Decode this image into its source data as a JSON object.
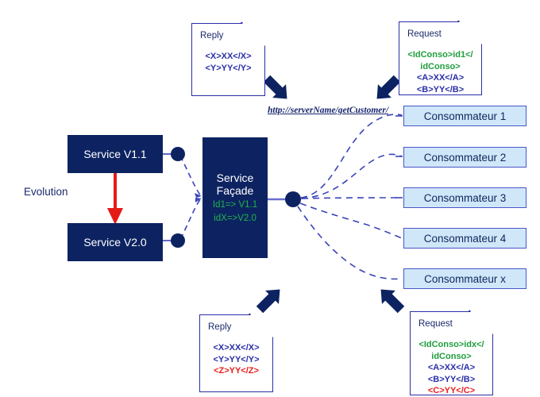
{
  "diagram": {
    "title": "Service Facade routing diagram",
    "background": "#ffffff",
    "colors": {
      "navy": "#0d2361",
      "consumer_fill": "#cfe7f8",
      "consumer_border": "#4a55c8",
      "note_border": "#2a2ea8",
      "green": "#1f9e3e",
      "red": "#ee1c1c",
      "dashed_line": "#3a44b8",
      "evolution_arrow": "#e41b17"
    }
  },
  "services": {
    "v11_label": "Service V1.1",
    "v20_label": "Service V2.0",
    "evolution_label": "Evolution"
  },
  "facade": {
    "title_line1": "Service",
    "title_line2": "Façade",
    "mapping_line1": "Id1=> V1.1",
    "mapping_line2": "idX=>V2.0"
  },
  "endpoint": {
    "url": "http://serverName/getCustomer/"
  },
  "consumers": [
    {
      "label": "Consommateur 1"
    },
    {
      "label": "Consommateur 2"
    },
    {
      "label": "Consommateur 3"
    },
    {
      "label": "Consommateur 4"
    },
    {
      "label": "Consommateur x"
    }
  ],
  "notes": {
    "reply_top": {
      "title": "Reply",
      "lines": [
        {
          "text": "<X>XX</X>",
          "color": "blue"
        },
        {
          "text": "<Y>YY</Y>",
          "color": "blue"
        }
      ]
    },
    "request_top": {
      "title": "Request",
      "lines": [
        {
          "text": "<IdConso>id1</",
          "color": "green"
        },
        {
          "text": "idConso>",
          "color": "green"
        },
        {
          "text": "<A>XX</A>",
          "color": "blue"
        },
        {
          "text": "<B>YY</B>",
          "color": "blue"
        }
      ]
    },
    "reply_bottom": {
      "title": "Reply",
      "lines": [
        {
          "text": "<X>XX</X>",
          "color": "blue"
        },
        {
          "text": "<Y>YY</Y>",
          "color": "blue"
        },
        {
          "text": "<Z>YY</Z>",
          "color": "red"
        }
      ]
    },
    "request_bottom": {
      "title": "Request",
      "lines": [
        {
          "text": "<IdConso>idx</",
          "color": "green"
        },
        {
          "text": "idConso>",
          "color": "green"
        },
        {
          "text": "<A>XX</A>",
          "color": "blue"
        },
        {
          "text": "<B>YY</B>",
          "color": "blue"
        },
        {
          "text": "<C>YY</C>",
          "color": "red"
        }
      ]
    }
  },
  "arrows": [
    {
      "name": "reply-top-arrow",
      "direction": "down-right"
    },
    {
      "name": "request-top-arrow",
      "direction": "down-left"
    },
    {
      "name": "reply-bottom-arrow",
      "direction": "up-right"
    },
    {
      "name": "request-bottom-arrow",
      "direction": "up-left"
    }
  ]
}
